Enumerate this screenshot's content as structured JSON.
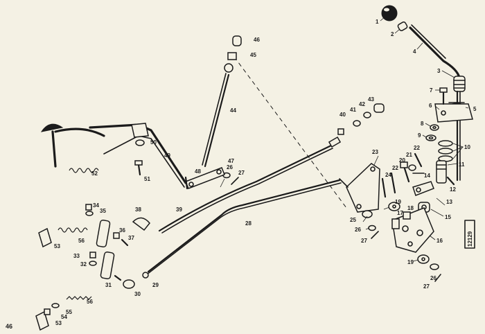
{
  "page_number": "46",
  "drawing_reference": "12129",
  "callouts": {
    "c1": "1",
    "c2": "2",
    "c3": "3",
    "c4": "4",
    "c5": "5",
    "c6": "6",
    "c7": "7",
    "c8": "8",
    "c9": "9",
    "c10": "10",
    "c11": "11",
    "c12": "12",
    "c13": "13",
    "c14": "14",
    "c15": "15",
    "c16": "16",
    "c17": "17",
    "c18": "18",
    "c19a": "19",
    "c19b": "19",
    "c20": "20",
    "c21": "21",
    "c22a": "22",
    "c22b": "22",
    "c23": "23",
    "c24": "24",
    "c25": "25",
    "c26a": "26",
    "c26b": "26",
    "c26c": "26",
    "c27a": "27",
    "c27b": "27",
    "c27c": "27",
    "c28": "28",
    "c29": "29",
    "c30": "30",
    "c31": "31",
    "c32": "32",
    "c33": "33",
    "c34": "34",
    "c35": "35",
    "c36": "36",
    "c37": "37",
    "c38": "38",
    "c39": "39",
    "c40": "40",
    "c41": "41",
    "c42": "42",
    "c43": "43",
    "c44": "44",
    "c45": "45",
    "c46": "46",
    "c47": "47",
    "c48": "48",
    "c49": "49",
    "c50": "50",
    "c51": "51",
    "c52": "52",
    "c53a": "53",
    "c53b": "53",
    "c54": "54",
    "c55": "55",
    "c56a": "56",
    "c56b": "56"
  }
}
